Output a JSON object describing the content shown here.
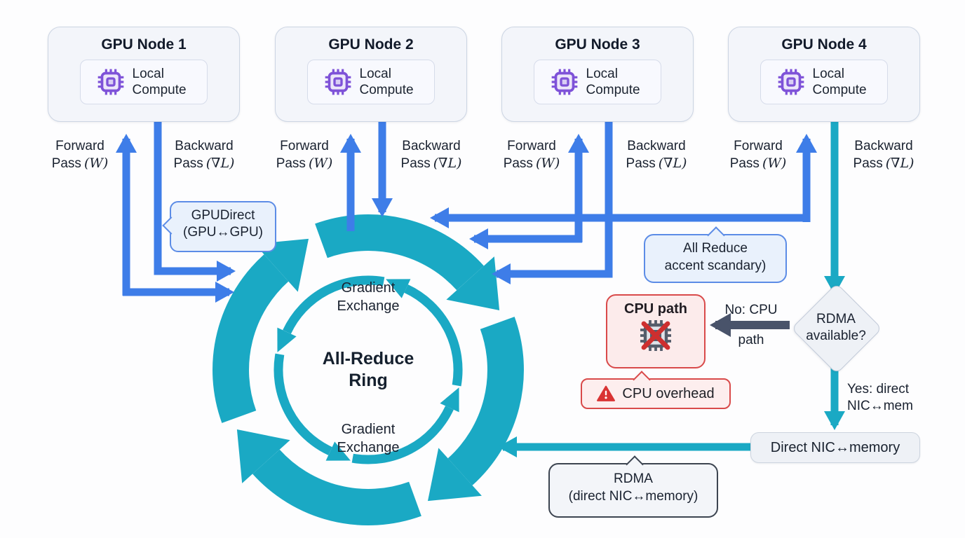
{
  "diagram": {
    "nodes": [
      {
        "title": "GPU Node 1",
        "compute": "Local Compute",
        "fwd1": "Forward",
        "fwd2": "Pass",
        "fwd_math": "(W)",
        "bwd1": "Backward",
        "bwd2": "Pass",
        "bwd_math": "(∇L)"
      },
      {
        "title": "GPU Node 2",
        "compute": "Local Compute",
        "fwd1": "Forward",
        "fwd2": "Pass",
        "fwd_math": "(W)",
        "bwd1": "Backward",
        "bwd2": "Pass",
        "bwd_math": "(∇L)"
      },
      {
        "title": "GPU Node 3",
        "compute": "Local Compute",
        "fwd1": "Forward",
        "fwd2": "Pass",
        "fwd_math": "(W)",
        "bwd1": "Backward",
        "bwd2": "Pass",
        "bwd_math": "(∇L)"
      },
      {
        "title": "GPU Node 4",
        "compute": "Local Compute",
        "fwd1": "Forward",
        "fwd2": "Pass",
        "fwd_math": "(W)",
        "bwd1": "Backward",
        "bwd2": "Pass",
        "bwd_math": "(∇L)"
      }
    ],
    "ring": {
      "top": "Gradient Exchange",
      "center": "All-Reduce Ring",
      "bottom": "Gradient Exchange"
    },
    "callouts": {
      "gpudirect1": "GPUDirect",
      "gpudirect2": "(GPU↔GPU)",
      "allreduce1": "All Reduce",
      "allreduce2": "accent scandary)",
      "cpu_overhead": "CPU overhead",
      "rdma1": "RDMA",
      "rdma2": "(direct NIC↔memory)"
    },
    "decision": {
      "q1": "RDMA",
      "q2": "available?",
      "no1": "No: CPU",
      "no2": "path",
      "yes1": "Yes: direct",
      "yes2": "NIC↔mem"
    },
    "cpu_path_title": "CPU path",
    "direct_nic": "Direct NIC↔memory",
    "colors": {
      "blue": "#3e7de8",
      "teal": "#1aa9c4",
      "red": "#d94a4a",
      "purple": "#7e52d8",
      "slate": "#49536a"
    }
  }
}
